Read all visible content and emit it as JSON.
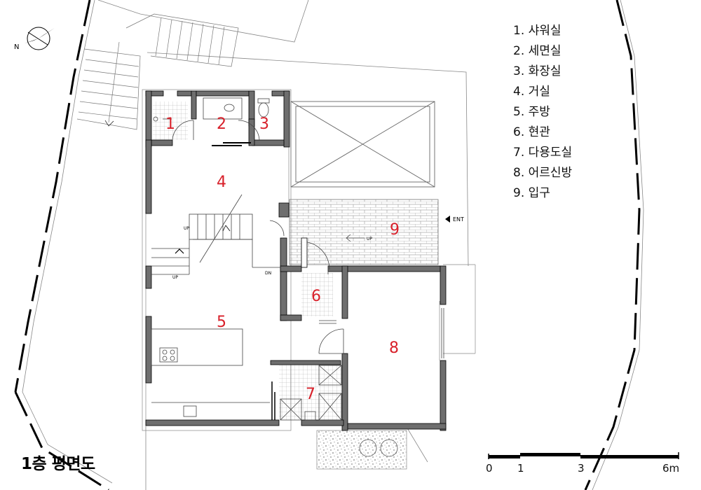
{
  "legend": [
    {
      "num": "1.",
      "label": "샤워실"
    },
    {
      "num": "2.",
      "label": "세면실"
    },
    {
      "num": "3.",
      "label": "화장실"
    },
    {
      "num": "4.",
      "label": "거실"
    },
    {
      "num": "5.",
      "label": "주방"
    },
    {
      "num": "6.",
      "label": "현관"
    },
    {
      "num": "7.",
      "label": "다용도실"
    },
    {
      "num": "8.",
      "label": "어르신방"
    },
    {
      "num": "9.",
      "label": "입구"
    }
  ],
  "rooms": [
    "1",
    "2",
    "3",
    "4",
    "5",
    "6",
    "7",
    "8",
    "9"
  ],
  "title": "1층 평면도",
  "scale": {
    "labels": [
      "0",
      "1",
      "3",
      "6m"
    ]
  },
  "entrance_label": "ENT",
  "stair_labels": {
    "up": "UP",
    "down": "DN"
  },
  "colors": {
    "room_number": "#d8202a",
    "wall": "#6e6e6e"
  }
}
